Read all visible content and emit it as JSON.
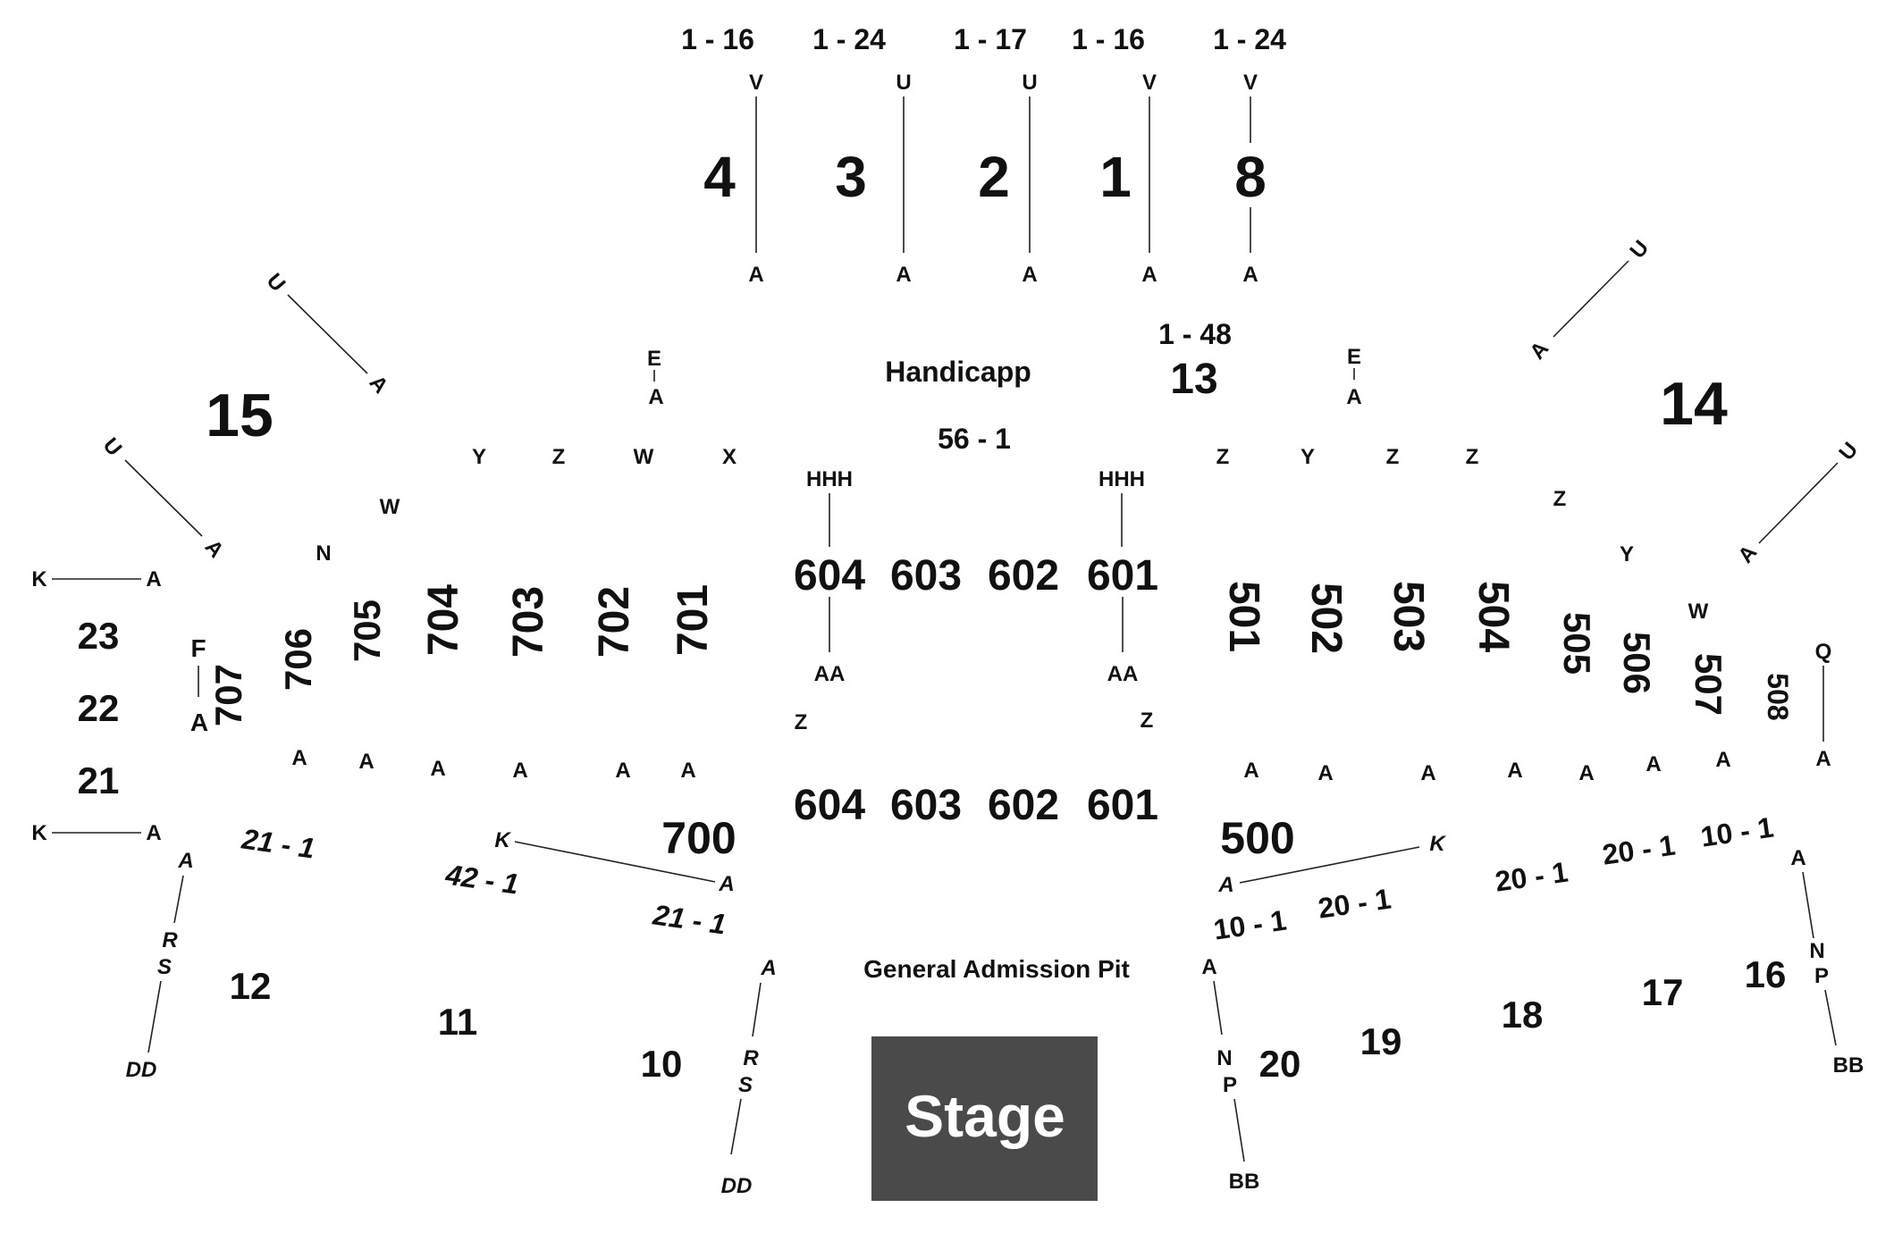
{
  "colors": {
    "stage": "#4a4a4a",
    "stage_text": "#ffffff",
    "text": "#111111"
  },
  "top_ranges": [
    "1 - 16",
    "1 - 24",
    "1 - 17",
    "1 - 16",
    "1 - 24"
  ],
  "top_sections": {
    "s4": {
      "name": "4",
      "row_top": "V",
      "row_bottom": "A"
    },
    "s3": {
      "name": "3",
      "row_top": "U",
      "row_bottom": "A"
    },
    "s2": {
      "name": "2",
      "row_top": "U",
      "row_bottom": "A"
    },
    "s1": {
      "name": "1",
      "row_top": "V",
      "row_bottom": "A"
    },
    "s8": {
      "name": "8",
      "row_top": "V",
      "row_bottom": "A"
    }
  },
  "labels": {
    "handicapp": "Handicapp",
    "sec13_range": "1 - 48",
    "sec13": "13",
    "seats_56_1": "56 - 1",
    "ga_pit": "General Admission Pit",
    "stage": "Stage"
  },
  "big_sections": {
    "s15": "15",
    "s14": "14"
  },
  "row_letters": {
    "E": "E",
    "A": "A",
    "U": "U",
    "Y": "Y",
    "Z": "Z",
    "W": "W",
    "X": "X",
    "N": "N",
    "K": "K",
    "F": "F",
    "HHH": "HHH",
    "AA": "AA",
    "Q": "Q",
    "R": "R",
    "S": "S",
    "P": "P",
    "DD": "DD",
    "BB": "BB"
  },
  "sections_600_upper": [
    "604",
    "603",
    "602",
    "601"
  ],
  "sections_600_lower": [
    "604",
    "603",
    "602",
    "601"
  ],
  "sections_700": [
    "707",
    "706",
    "705",
    "704",
    "703",
    "702",
    "701"
  ],
  "sections_500": [
    "501",
    "502",
    "503",
    "504",
    "505",
    "506",
    "507",
    "508"
  ],
  "floor": {
    "s700": "700",
    "s500": "500"
  },
  "left_sections": {
    "s23": "23",
    "s22": "22",
    "s21": "21",
    "s12": "12",
    "s11": "11",
    "s10": "10"
  },
  "right_sections": {
    "s20": "20",
    "s19": "19",
    "s18": "18",
    "s17": "17",
    "s16": "16"
  },
  "seat_ranges": {
    "r21_1_a": "21 - 1",
    "r42_1": "42 - 1",
    "r21_1_b": "21 - 1",
    "r10_1_a": "10 - 1",
    "r20_1_a": "20 - 1",
    "r20_1_b": "20 - 1",
    "r20_1_c": "20 - 1",
    "r10_1_b": "10 - 1"
  }
}
